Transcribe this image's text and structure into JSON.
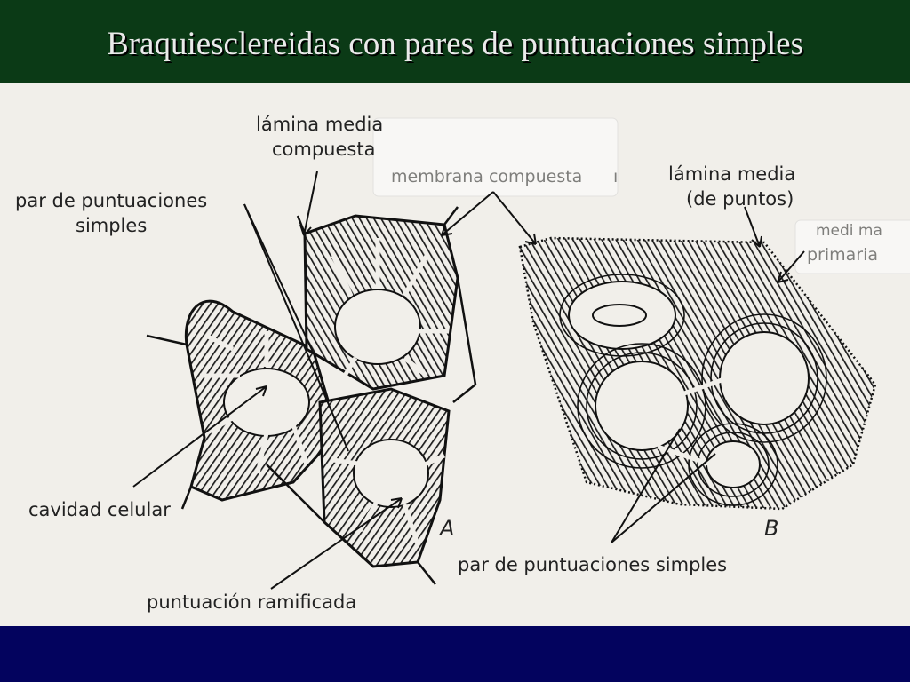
{
  "slide": {
    "title": "Braquiesclereidas con pares de puntuaciones simples",
    "colors": {
      "title_bar": "#0b3a16",
      "footer_bar": "#03035e",
      "figure_bg": "#f1efea",
      "ink": "#222222"
    }
  },
  "figure": {
    "labels": {
      "lamina_compuesta_1": "lámina media",
      "lamina_compuesta_2": "compuesta",
      "par_punt_1": "par de puntuaciones",
      "par_punt_2": "simples",
      "lamina_puntos_1": "lámina media",
      "lamina_puntos_2": "(de puntos)",
      "cavidad": "cavidad celular",
      "ramificada": "puntuación ramificada",
      "par_punt_bottom": "par de puntuaciones simples",
      "panel_a": "A",
      "panel_b": "B",
      "frag_mid": "membrana compuesta",
      "frag_mid2": "ı",
      "frag_right_1": "medi ma",
      "frag_right_2": "primaria"
    }
  }
}
